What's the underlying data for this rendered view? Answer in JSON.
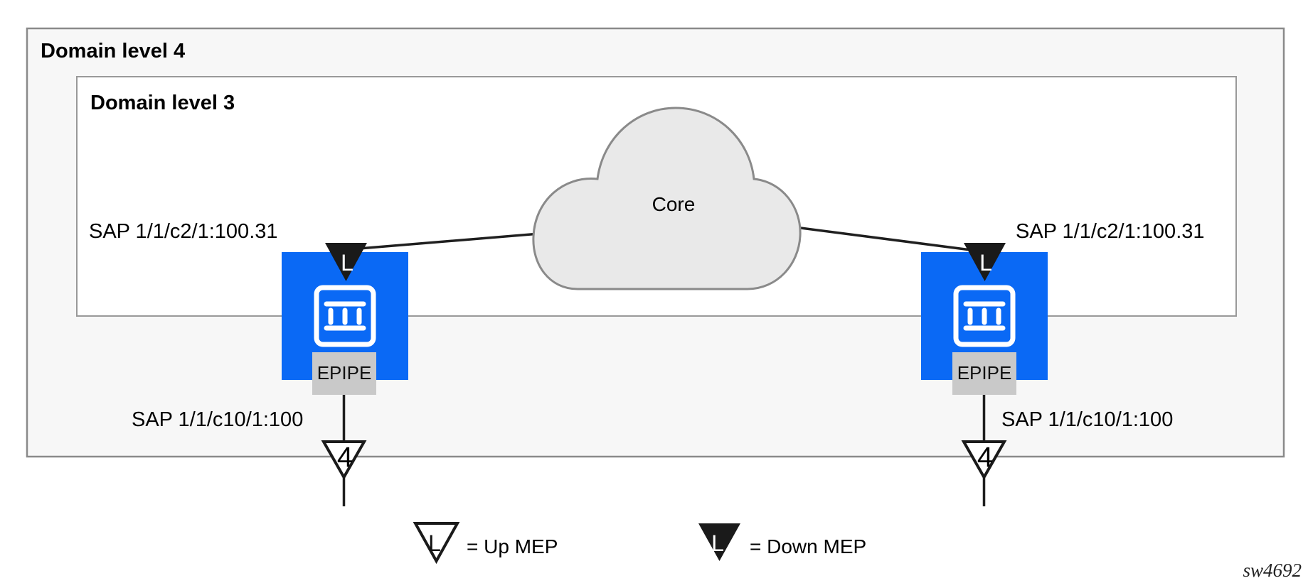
{
  "figure": {
    "watermark": "sw4692",
    "outer_domain_label": "Domain level 4",
    "inner_domain_label": "Domain level 3",
    "core_label": "Core",
    "nodes": [
      {
        "position": "left",
        "icon": "router-switch-icon",
        "service": "EPIPE",
        "mep_letter": "L",
        "mep_level": "4",
        "sap_core": "SAP 1/1/c2/1:100.31",
        "sap_access": "SAP 1/1/c10/1:100"
      },
      {
        "position": "right",
        "icon": "router-switch-icon",
        "service": "EPIPE",
        "mep_letter": "L",
        "mep_level": "4",
        "sap_core": "SAP 1/1/c2/1:100.31",
        "sap_access": "SAP 1/1/c10/1:100"
      }
    ],
    "legend": {
      "up_mep": {
        "letter": "L",
        "label": "= Up MEP"
      },
      "down_mep": {
        "letter": "L",
        "label": "= Down MEP"
      }
    },
    "colors": {
      "node_blue": "#0a69f5",
      "cloud_fill": "#e9e9e9",
      "domain_outer_fill": "#f7f7f7",
      "epipe_gray": "#c9c9c9",
      "border_gray": "#8a8a8a",
      "line_black": "#1f1f1f"
    }
  }
}
